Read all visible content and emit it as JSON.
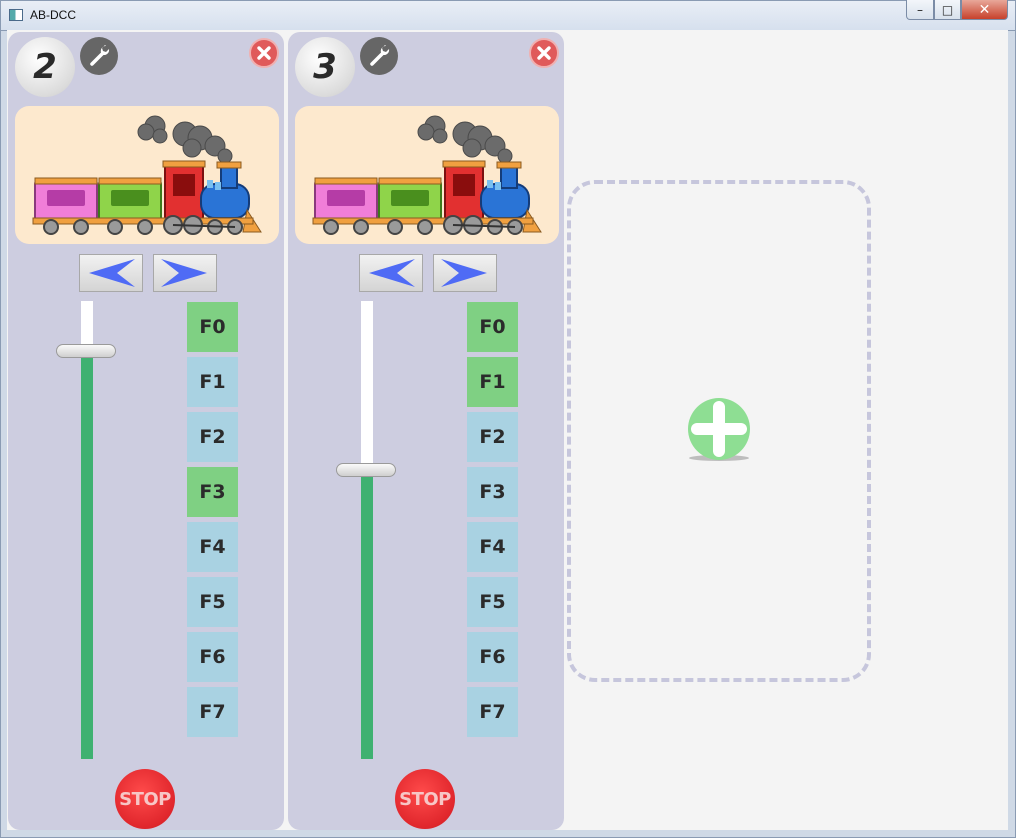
{
  "window": {
    "title": "AB-DCC",
    "minimize_glyph": "–",
    "maximize_glyph": "□",
    "close_glyph": "✕"
  },
  "colors": {
    "panel": "#cdcde0",
    "fkey_off": "#a9d2e2",
    "fkey_on": "#7fd083",
    "slider_fill": "#3fb171",
    "stop": "#e0262c",
    "direction_arrow": "#4f6bf5"
  },
  "throttles": [
    {
      "address": "2",
      "speed_fraction": 0.89,
      "functions": [
        {
          "label": "F0",
          "on": true
        },
        {
          "label": "F1",
          "on": false
        },
        {
          "label": "F2",
          "on": false
        },
        {
          "label": "F3",
          "on": true
        },
        {
          "label": "F4",
          "on": false
        },
        {
          "label": "F5",
          "on": false
        },
        {
          "label": "F6",
          "on": false
        },
        {
          "label": "F7",
          "on": false
        }
      ],
      "stop_label": "STOP",
      "icons": {
        "settings": "wrench-icon",
        "close": "close-icon",
        "reverse": "arrow-left-icon",
        "forward": "arrow-right-icon"
      }
    },
    {
      "address": "3",
      "speed_fraction": 0.63,
      "functions": [
        {
          "label": "F0",
          "on": true
        },
        {
          "label": "F1",
          "on": true
        },
        {
          "label": "F2",
          "on": false
        },
        {
          "label": "F3",
          "on": false
        },
        {
          "label": "F4",
          "on": false
        },
        {
          "label": "F5",
          "on": false
        },
        {
          "label": "F6",
          "on": false
        },
        {
          "label": "F7",
          "on": false
        }
      ],
      "stop_label": "STOP",
      "icons": {
        "settings": "wrench-icon",
        "close": "close-icon",
        "reverse": "arrow-left-icon",
        "forward": "arrow-right-icon"
      }
    }
  ],
  "add_throttle": {
    "icon": "plus-icon"
  }
}
